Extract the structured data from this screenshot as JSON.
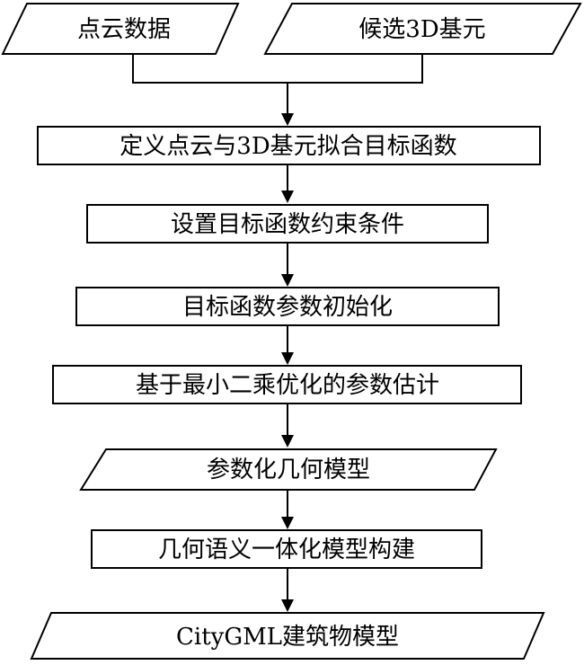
{
  "flowchart": {
    "inputs": [
      {
        "label": "点云数据"
      },
      {
        "label": "候选3D基元"
      }
    ],
    "steps": [
      {
        "label": "定义点云与3D基元拟合目标函数"
      },
      {
        "label": "设置目标函数约束条件"
      },
      {
        "label": "目标函数参数初始化"
      },
      {
        "label": "基于最小二乘优化的参数估计"
      },
      {
        "label": "参数化几何模型"
      },
      {
        "label": "几何语义一体化模型构建"
      },
      {
        "label": "CityGML建筑物模型"
      }
    ],
    "colors": {
      "stroke": "#000000",
      "fill": "#ffffff"
    }
  }
}
